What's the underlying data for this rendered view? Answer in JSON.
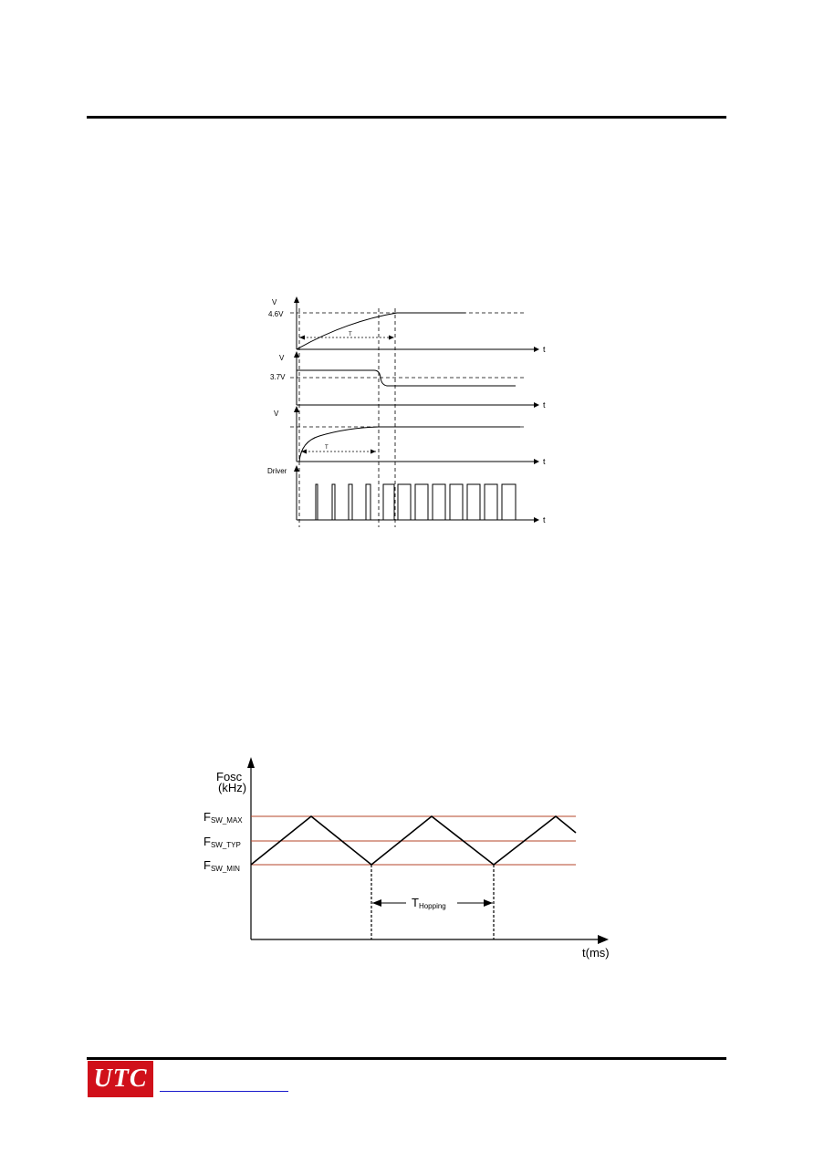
{
  "figure1": {
    "signal_labels": {
      "vsupp": "V",
      "vfb": "V",
      "vout": "V",
      "driver": "Driver"
    },
    "level_labels": {
      "v46": "4.6V",
      "v37": "3.7V"
    },
    "time_label": "t",
    "interval_labels": {
      "t_prot": "T",
      "t_startup": "T"
    }
  },
  "figure2": {
    "y_label_line1": "Fosc",
    "y_label_line2": "(kHz)",
    "levels": [
      {
        "main": "F",
        "sub": "SW_MAX"
      },
      {
        "main": "F",
        "sub": "SW_TYP"
      },
      {
        "main": "F",
        "sub": "SW_MIN"
      }
    ],
    "period_label": {
      "main": "T",
      "sub": "Hopping"
    },
    "x_label": "t(ms)",
    "level_line_color": "#b5442a"
  },
  "footer": {
    "logo_text": "UTC",
    "brand_color": "#d0101a"
  }
}
